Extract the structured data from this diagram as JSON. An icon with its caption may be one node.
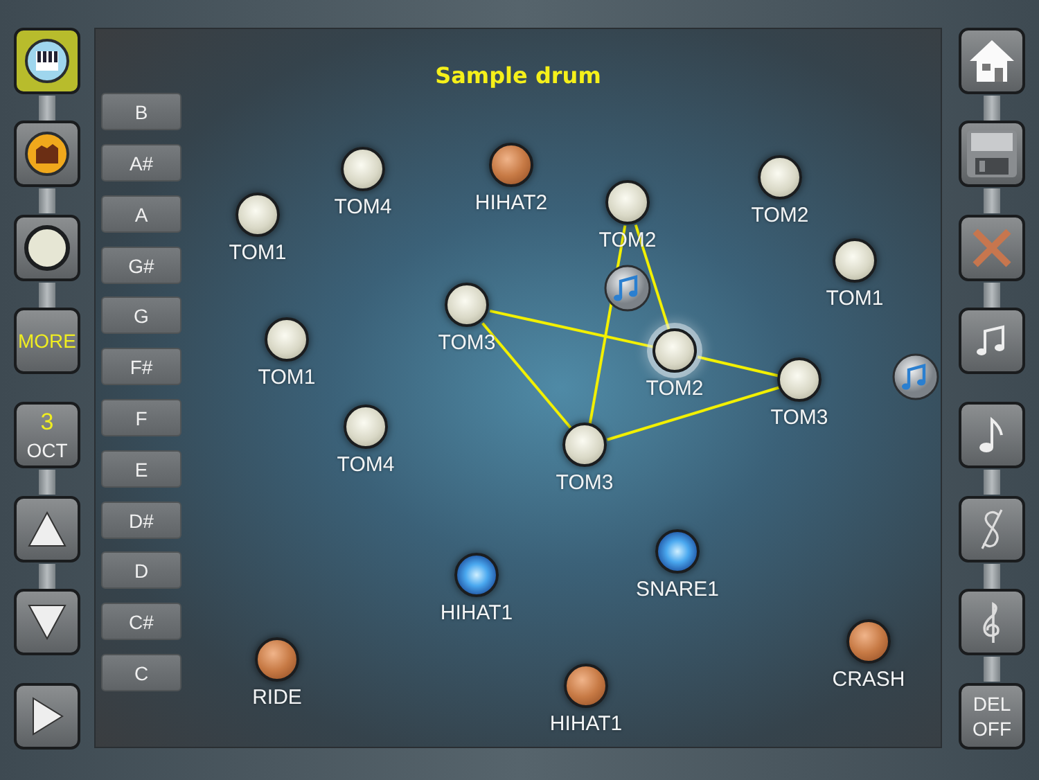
{
  "diagram": {
    "title": "Sample drum",
    "nodes": [
      {
        "text": [],
        "shape": "circle",
        "beside": [
          "TOM4"
        ]
      },
      {
        "text": [],
        "shape": "circle",
        "beside": [
          "HIHAT2"
        ]
      },
      {
        "text": [],
        "shape": "circle",
        "beside": [
          "TOM2"
        ]
      },
      {
        "text": [],
        "shape": "circle",
        "beside": [
          "TOM2"
        ]
      },
      {
        "text": [],
        "shape": "circle",
        "beside": [
          "TOM1"
        ]
      },
      {
        "text": [],
        "shape": "circle",
        "beside": [
          "TOM1"
        ]
      },
      {
        "text": [],
        "shape": "circle",
        "beside": [
          "TOM3"
        ]
      },
      {
        "text": [],
        "shape": "circle",
        "beside": [
          "TOM1"
        ]
      },
      {
        "text": [],
        "shape": "circle",
        "beside": [
          "TOM2"
        ]
      },
      {
        "text": [],
        "shape": "circle",
        "beside": [
          "TOM3"
        ]
      },
      {
        "text": [],
        "shape": "circle",
        "beside": [
          "TOM4"
        ]
      },
      {
        "text": [],
        "shape": "circle",
        "beside": [
          "TOM3"
        ]
      },
      {
        "text": [],
        "shape": "circle",
        "beside": [
          "SNARE1"
        ]
      },
      {
        "text": [],
        "shape": "circle",
        "beside": [
          "HIHAT1"
        ]
      },
      {
        "text": [],
        "shape": "circle",
        "beside": [
          "CRASH"
        ]
      },
      {
        "text": [],
        "shape": "circle",
        "beside": [
          "RIDE"
        ]
      },
      {
        "text": [],
        "shape": "circle",
        "beside": [
          "HIHAT1"
        ]
      }
    ],
    "edges": [
      {
        "from": 2,
        "to": 8,
        "arrow": "none"
      },
      {
        "from": 2,
        "to": 11,
        "arrow": "none"
      },
      {
        "from": 6,
        "to": 8,
        "arrow": "none"
      },
      {
        "from": 6,
        "to": 11,
        "arrow": "none"
      },
      {
        "from": 8,
        "to": 9,
        "arrow": "none"
      },
      {
        "from": 11,
        "to": 9,
        "arrow": "none"
      }
    ],
    "labels": [
      "B",
      "A#",
      "A",
      "G#",
      "G",
      "F#",
      "F",
      "E",
      "D#",
      "D",
      "C#",
      "C",
      "MORE",
      "3",
      "OCT",
      "DEL",
      "OFF"
    ]
  }
}
